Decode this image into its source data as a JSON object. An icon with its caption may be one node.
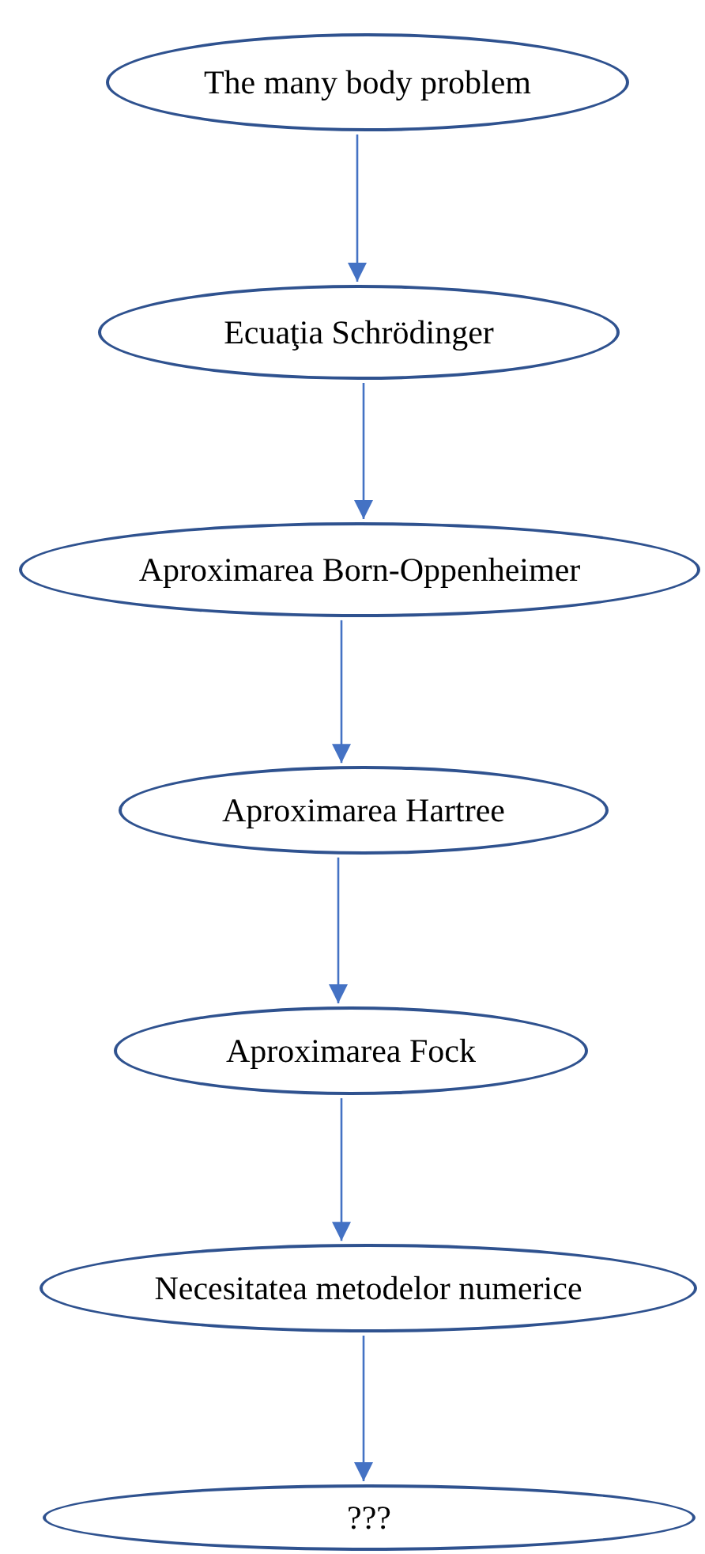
{
  "diagram": {
    "nodes": [
      {
        "text": [
          "The many body problem"
        ]
      },
      {
        "text": [
          "Ecuaţia Schrödinger"
        ]
      },
      {
        "text": [
          "Aproximarea Born-Oppenheimer"
        ]
      },
      {
        "text": [
          "Aproximarea Hartree"
        ]
      },
      {
        "text": [
          "Aproximarea Fock"
        ]
      },
      {
        "text": [
          "Necesitatea metodelor numerice"
        ]
      },
      {
        "text": [
          "???"
        ]
      }
    ],
    "edges": [
      {
        "from": 0,
        "to": 1,
        "arrow": "to"
      },
      {
        "from": 1,
        "to": 2,
        "arrow": "to"
      },
      {
        "from": 2,
        "to": 3,
        "arrow": "to"
      },
      {
        "from": 3,
        "to": 4,
        "arrow": "to"
      },
      {
        "from": 4,
        "to": 5,
        "arrow": "to"
      },
      {
        "from": 5,
        "to": 6,
        "arrow": "to"
      }
    ]
  }
}
